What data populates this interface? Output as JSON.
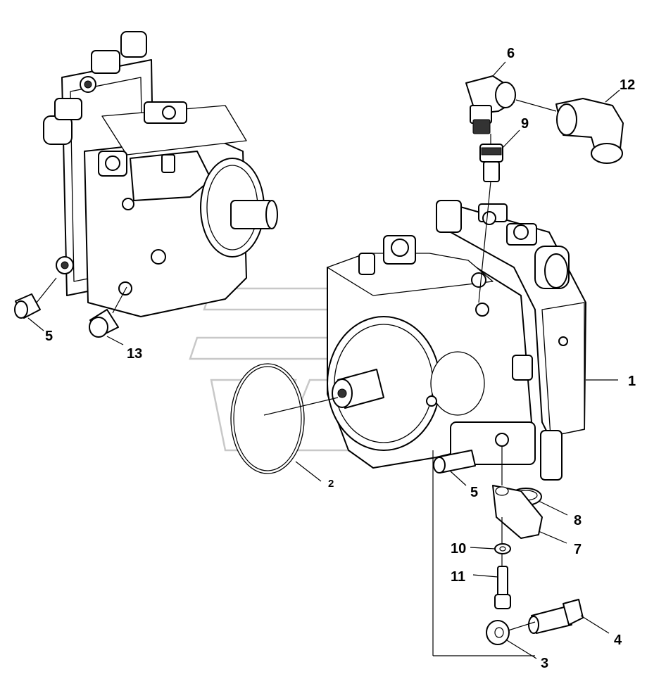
{
  "diagram": {
    "callouts": [
      {
        "id": "c1",
        "label": "1"
      },
      {
        "id": "c2",
        "label": "2"
      },
      {
        "id": "c3",
        "label": "3"
      },
      {
        "id": "c4",
        "label": "4"
      },
      {
        "id": "c5a",
        "label": "5"
      },
      {
        "id": "c5b",
        "label": "5"
      },
      {
        "id": "c6",
        "label": "6"
      },
      {
        "id": "c7",
        "label": "7"
      },
      {
        "id": "c8",
        "label": "8"
      },
      {
        "id": "c9",
        "label": "9"
      },
      {
        "id": "c10",
        "label": "10"
      },
      {
        "id": "c11",
        "label": "11"
      },
      {
        "id": "c12",
        "label": "12"
      },
      {
        "id": "c13",
        "label": "13"
      }
    ]
  }
}
